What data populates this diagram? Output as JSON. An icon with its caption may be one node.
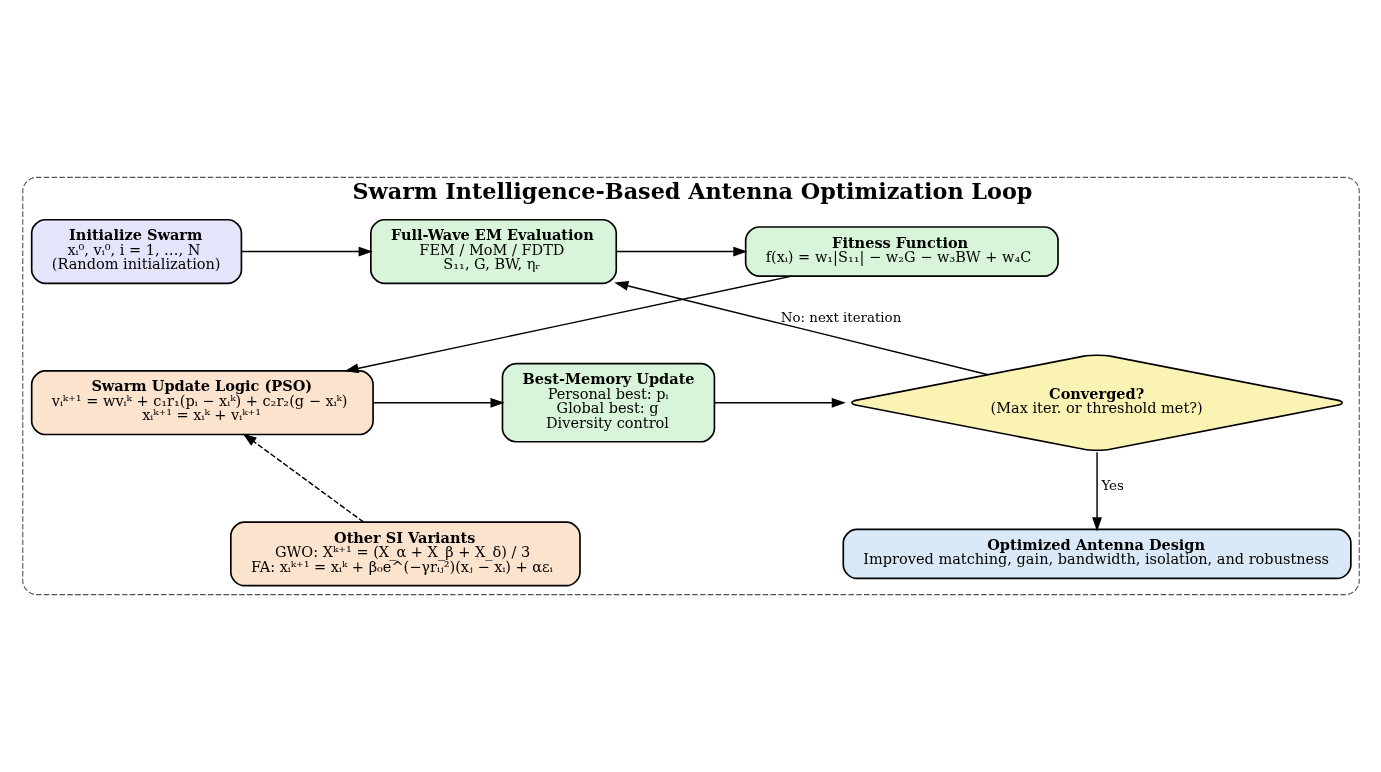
{
  "diagram": {
    "nodes": [
      {
        "text": [
          "Swarm Intelligence-Based Antenna Optimization Loop"
        ]
      },
      {
        "text": [
          "Initialize Swarm",
          "xᵢ⁰, vᵢ⁰, i = 1, …, N",
          "(Random initialization)"
        ],
        "in": 0
      },
      {
        "text": [
          "Full-Wave EM Evaluation",
          "FEM / MoM / FDTD",
          "S₁₁, G, BW, ηᵣ"
        ],
        "in": 0
      },
      {
        "text": [
          "Fitness Function",
          "f(xᵢ) = w₁|S₁₁| − w₂G − w₃BW + w₄C"
        ],
        "in": 0
      },
      {
        "text": [
          "Swarm Update Logic (PSO)",
          "vᵢᵏ⁺¹ = wvᵢᵏ + c₁r₁(pᵢ − xᵢᵏ) + c₂r₂(g − xᵢᵏ)",
          "xᵢᵏ⁺¹ = xᵢᵏ + vᵢᵏ⁺¹"
        ],
        "in": 0
      },
      {
        "text": [
          "Best-Memory Update",
          "Personal best: pᵢ",
          "Global best: g",
          "Diversity control"
        ],
        "in": 0
      },
      {
        "text": [
          "Converged?",
          "(Max iter. or threshold met?)"
        ],
        "in": 0
      },
      {
        "text": [
          "Optimized Antenna Design",
          "Improved matching, gain, bandwidth, isolation, and robustness"
        ],
        "in": 0
      },
      {
        "text": [
          "Other SI Variants",
          "GWO: Xᵏ⁺¹ = (X_α + X_β + X_δ) / 3",
          "FA: xᵢᵏ⁺¹ = xᵢᵏ + β₀e^(−γrᵢⱼ²)(xⱼ − xᵢ) + αεᵢ"
        ],
        "in": 0
      }
    ],
    "edges": [
      {
        "from": 1,
        "to": 2,
        "arrow": "to"
      },
      {
        "from": 2,
        "to": 3,
        "arrow": "to"
      },
      {
        "from": 3,
        "to": 4,
        "arrow": "to"
      },
      {
        "from": 4,
        "to": 5,
        "arrow": "to"
      },
      {
        "from": 5,
        "to": 6,
        "arrow": "to"
      },
      {
        "from": 6,
        "to": 2,
        "arrow": "to",
        "label": "No: next iteration"
      },
      {
        "from": 6,
        "to": 7,
        "arrow": "to",
        "label": "Yes"
      },
      {
        "from": 8,
        "to": 4,
        "arrow": "to",
        "style": "dashed"
      }
    ]
  }
}
